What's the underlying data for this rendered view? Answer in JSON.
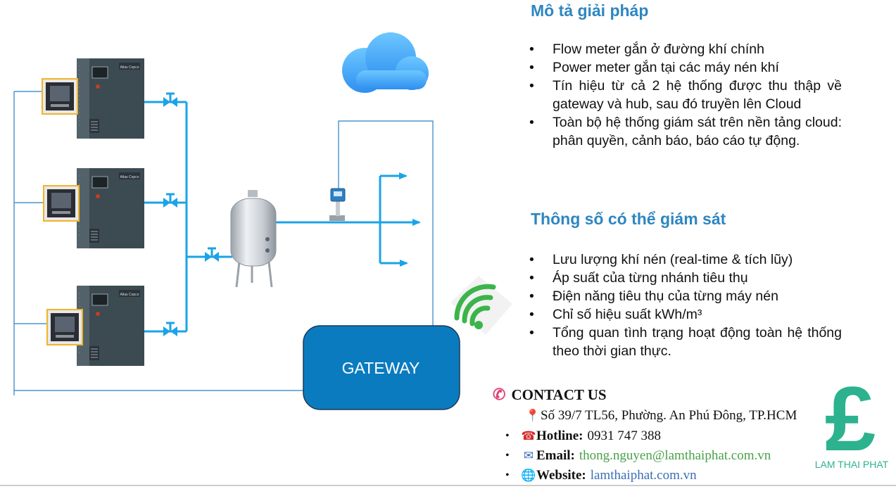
{
  "solution": {
    "heading": "Mô tả giải pháp",
    "items": [
      "Flow meter gắn ở đường khí chính",
      "Power meter gắn tại các máy nén khí",
      "Tín hiệu từ cả 2 hệ thống được thu thập về  gateway và hub, sau đó truyền lên Cloud",
      "Toàn bộ hệ thống giám sát trên nền tảng cloud: phân quyền, cảnh báo, báo cáo tự động."
    ]
  },
  "parameters": {
    "heading": "Thông số có thể giám sát",
    "items": [
      "Lưu lượng khí nén (real-time & tích lũy)",
      "Áp suất của từng nhánh tiêu thụ",
      "Điện năng tiêu thụ của từng máy nén",
      "Chỉ số hiệu suất kWh/m³",
      "Tổng quan tình trạng hoạt động toàn hệ thống theo thời gian thực."
    ]
  },
  "diagram": {
    "gateway_label": "GATEWAY",
    "compressor_brand": "Atlas Copco",
    "colors": {
      "pipe": "#1aa3e8",
      "signal_line": "#2b7fc4",
      "gateway_fill": "#0b7bbf",
      "wifi": "#3cb44b"
    }
  },
  "contact": {
    "title": "CONTACT US",
    "address": "Số 39/7 TL56, Phường. An Phú Đông, TP.HCM",
    "hotline_label": "Hotline:",
    "hotline": "0931 747 388",
    "email_label": "Email:",
    "email": "thong.nguyen@lamthaiphat.com.vn",
    "website_label": "Website:",
    "website": "lamthaiphat.com.vn"
  },
  "brand": {
    "symbol": "£",
    "name": "LAM THAI PHAT",
    "color": "#2db28f"
  }
}
